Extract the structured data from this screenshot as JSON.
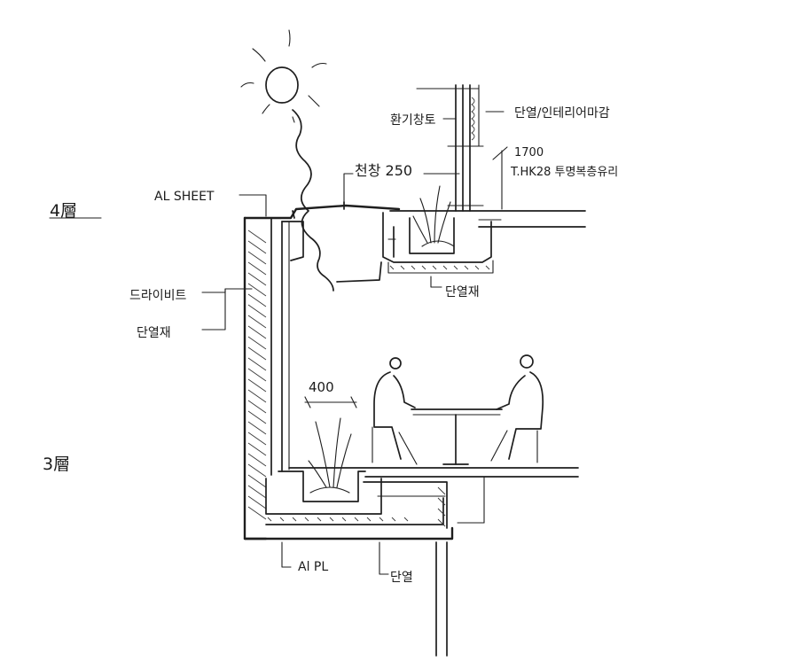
{
  "floors": {
    "upper": "4層",
    "lower": "3層"
  },
  "labels": {
    "al_sheet": "AL SHEET",
    "top_window": "천창 250",
    "vent_frame": "환기창토",
    "insulation_finish": "단열/인테리어마감",
    "glass_dim": "1700",
    "glass_spec": "T.HK28 투명복층유리",
    "insulation_upper": "단열재",
    "drywall": "드라이비트",
    "insulation_wall": "단열재",
    "dim_400": "400",
    "al_pl": "Al PL",
    "insulation_lower": "단열"
  },
  "icons": {
    "sun": "sun-icon",
    "person_left": "seated-person-icon",
    "person_right": "seated-person-icon",
    "plant_upper": "planter-grass-icon",
    "plant_lower": "planter-grass-icon"
  }
}
